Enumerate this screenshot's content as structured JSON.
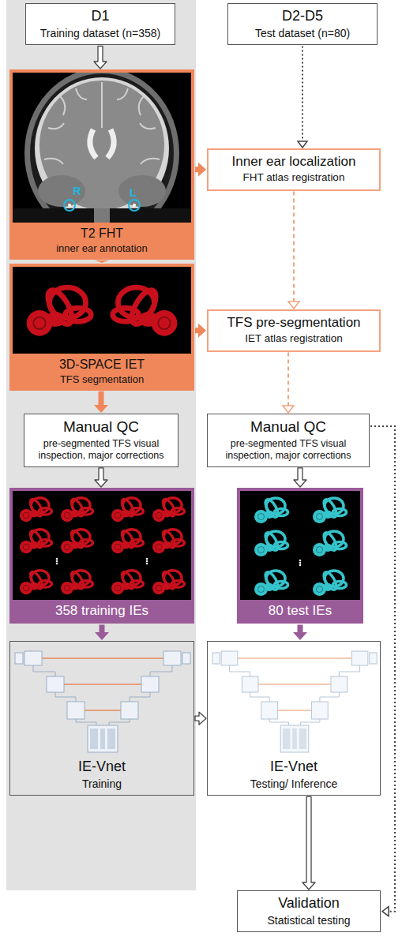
{
  "diagram": {
    "nodes": [
      {
        "text": [
          "D1",
          "Training dataset (n=358)"
        ]
      },
      {
        "text": [
          "T2 FHT",
          "inner ear annotation"
        ]
      },
      {
        "text": [
          "3D-SPACE IET",
          "TFS segmentation"
        ]
      },
      {
        "text": [
          "Manual QC",
          "pre-segmented TFS visual inspection, major corrections"
        ]
      },
      {
        "text": [
          "358 training IEs"
        ]
      },
      {
        "text": [
          "IE-Vnet",
          "Training"
        ]
      },
      {
        "text": [
          "D2-D5",
          "Test dataset (n=80)"
        ]
      },
      {
        "text": [
          "Inner ear localization",
          "FHT atlas registration"
        ]
      },
      {
        "text": [
          "TFS pre-segmentation",
          "IET atlas registration"
        ]
      },
      {
        "text": [
          "Manual QC",
          "pre-segmented TFS visual inspection, major corrections"
        ]
      },
      {
        "text": [
          "80 test IEs"
        ]
      },
      {
        "text": [
          "IE-Vnet",
          "Testing/ Inference"
        ]
      },
      {
        "text": [
          "Validation",
          "Statistical testing"
        ]
      }
    ],
    "edges": [
      {
        "from": 0,
        "to": 1,
        "arrow": "to"
      },
      {
        "from": 6,
        "to": 7,
        "arrow": "to"
      },
      {
        "from": 1,
        "to": 7,
        "arrow": "to"
      },
      {
        "from": 1,
        "to": 2,
        "arrow": "to"
      },
      {
        "from": 7,
        "to": 8,
        "arrow": "to"
      },
      {
        "from": 2,
        "to": 8,
        "arrow": "to"
      },
      {
        "from": 2,
        "to": 3,
        "arrow": "to"
      },
      {
        "from": 8,
        "to": 9,
        "arrow": "to"
      },
      {
        "from": 3,
        "to": 4,
        "arrow": "to"
      },
      {
        "from": 9,
        "to": 10,
        "arrow": "to"
      },
      {
        "from": 4,
        "to": 5,
        "arrow": "to"
      },
      {
        "from": 10,
        "to": 11,
        "arrow": "to"
      },
      {
        "from": 5,
        "to": 11,
        "arrow": "to"
      },
      {
        "from": 11,
        "to": 12,
        "arrow": "to"
      },
      {
        "from": 9,
        "to": 12,
        "arrow": "to"
      }
    ],
    "labels": [
      "R",
      "L"
    ]
  }
}
